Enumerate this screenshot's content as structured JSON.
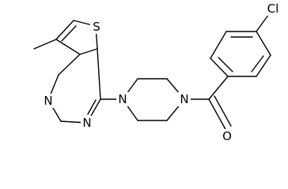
{
  "molecule": {
    "atoms": {
      "sulfur": "S",
      "pyrimidine_n_upper": "N",
      "pyrimidine_n_lower": "N",
      "piperazine_n_left": "N",
      "piperazine_n_right": "N",
      "carbonyl_o": "O",
      "chlorine": "Cl"
    }
  }
}
